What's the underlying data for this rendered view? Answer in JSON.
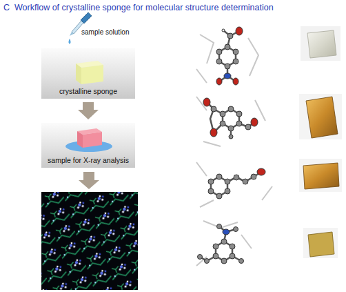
{
  "diagram": {
    "title": "Workflow of crystalline sponge for molecular structure determination",
    "nodes": [
      {
        "text": [
          "crystalline sponge"
        ]
      },
      {
        "text": [
          "sample for X-ray analysis"
        ]
      }
    ],
    "edges": [
      {
        "from": 0,
        "to": 1,
        "arrow": "to"
      }
    ],
    "labels": [
      "C",
      "sample solution"
    ]
  }
}
